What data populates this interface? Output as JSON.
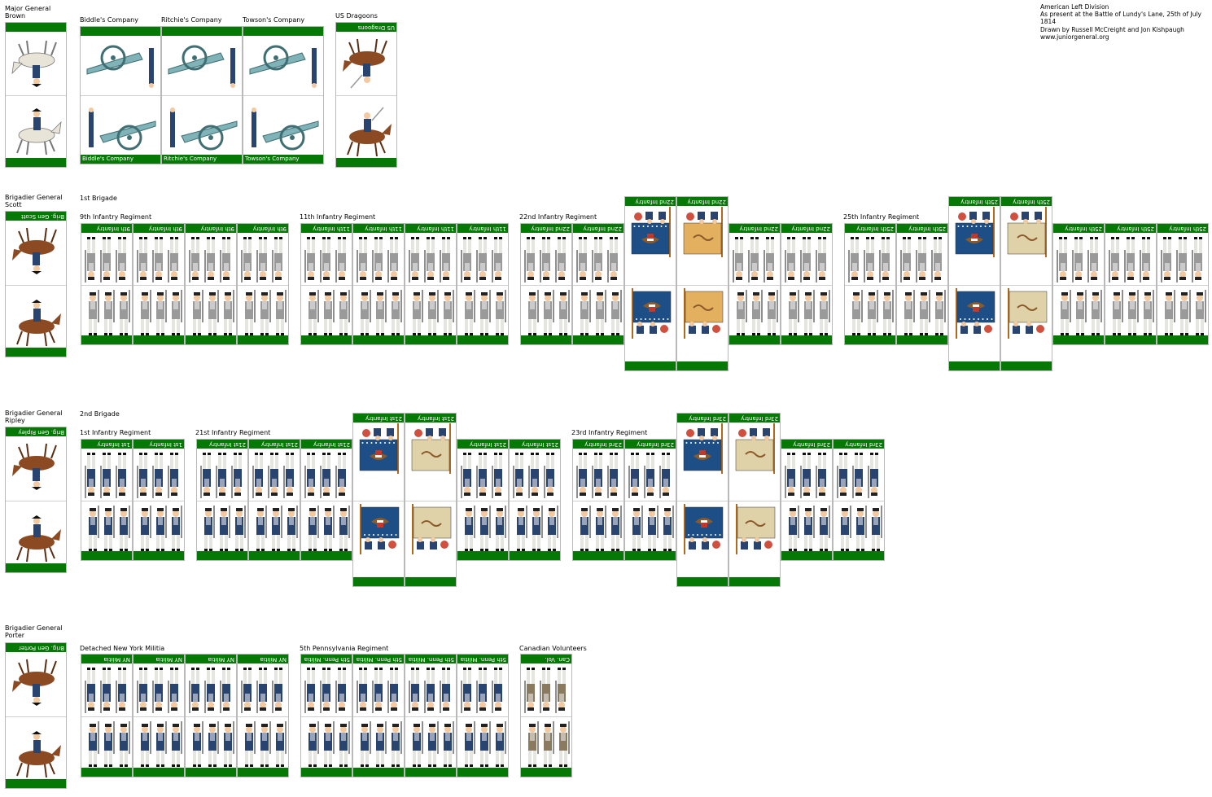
{
  "credits": {
    "line1": "American Left Division",
    "line2": "As present at the Battle of Lundy's Lane, 25th of July 1814",
    "line3": "Drawn by Russell McCreight and Jon Kishpaugh",
    "line4": "www.juniorgeneral.org"
  },
  "brown": {
    "title1": "Major General",
    "title2": "Brown",
    "biddle": "Biddle's Company",
    "ritchie": "Ritchie's Company",
    "towson": "Towson's Company",
    "dragoons": "US Dragoons"
  },
  "scott": {
    "title1": "Brigadier General",
    "title2": "Scott",
    "card_label": "Brig. Gen Scott",
    "brigade": "1st Brigade",
    "r9": "9th Infantry Regiment",
    "r9_card": "9th Infantry",
    "r11": "11th Infantry Regiment",
    "r11_card": "11th Infantry",
    "r22": "22nd Infantry Regiment",
    "r22_card": "22nd Infantry",
    "r25": "25th Infantry Regiment",
    "r25_card": "25th Infantry"
  },
  "ripley": {
    "title1": "Brigadier General",
    "title2": "Ripley",
    "card_label": "Brig. Gen Ripley",
    "brigade": "2nd Brigade",
    "r1": "1st Infantry Regiment",
    "r1_card": "1st Infantry",
    "r21": "21st Infantry Regiment",
    "r21_card": "21st Infantry",
    "r23": "23rd Infantry Regiment",
    "r23_card": "23rd Infantry"
  },
  "porter": {
    "title1": "Brigadier General",
    "title2": "Porter",
    "card_label": "Brig. Gen Porter",
    "nym": "Detached New York Militia",
    "nym_card": "NY Militia",
    "penn": "5th Pennsylvania Regiment",
    "penn_card": "5th Penn. Militia",
    "can": "Canadian Volunteers",
    "can_card": "Can. Vol."
  },
  "colors": {
    "bar": "#067806",
    "regiment_flag": "#1d4f86",
    "scott_uniform": "#9a9a9a",
    "ripley_uniform": "#2a4470",
    "horse": "#8b4a22",
    "white_horse": "#e8e4d8",
    "cannon": "#7fb3b8",
    "national_color_buff": "#e3b060",
    "national_color_pale": "#e0d2a8"
  }
}
